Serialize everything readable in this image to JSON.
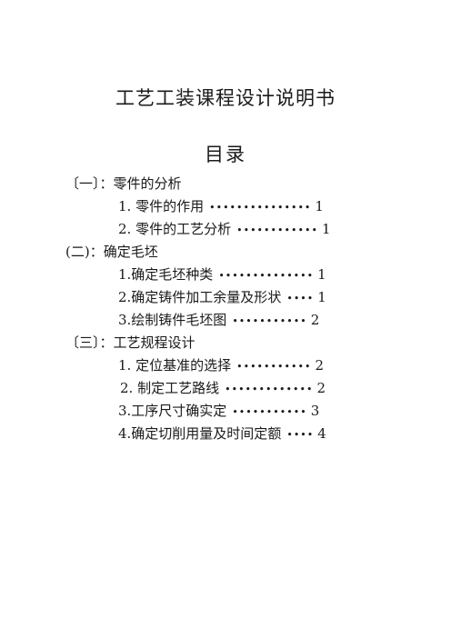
{
  "document": {
    "title": "工艺工装课程设计说明书",
    "toc_heading": "目录"
  },
  "toc": {
    "sections": [
      {
        "label": "〔一〕：零件的分析",
        "entries": [
          {
            "label": "1.  零件的作用",
            "leader": "•••••••••••••••",
            "page": "1"
          },
          {
            "label": "2.  零件的工艺分析",
            "leader": "••••••••••••",
            "page": "1"
          }
        ]
      },
      {
        "label": "(二)：确定毛坯",
        "entries": [
          {
            "label": "1.确定毛坯种类",
            "leader": "••••••••••••••",
            "page": "1"
          },
          {
            "label": "2.确定铸件加工余量及形状",
            "leader": "••••",
            "page": "1"
          },
          {
            "label": "3.绘制铸件毛坯图",
            "leader": "•••••••••••",
            "page": "2"
          }
        ]
      },
      {
        "label": "〔三〕：工艺规程设计",
        "entries": [
          {
            "label": "1.  定位基准的选择",
            "leader": "•••••••••••",
            "page": "2"
          },
          {
            "label": "2.  制定工艺路线",
            "leader": "•••••••••••••",
            "page": "2"
          },
          {
            "label": "3.工序尺寸确实定",
            "leader": "•••••••••••",
            "page": "3"
          },
          {
            "label": "4.确定切削用量及时间定额",
            "leader": "••••",
            "page": "4"
          }
        ]
      }
    ]
  }
}
